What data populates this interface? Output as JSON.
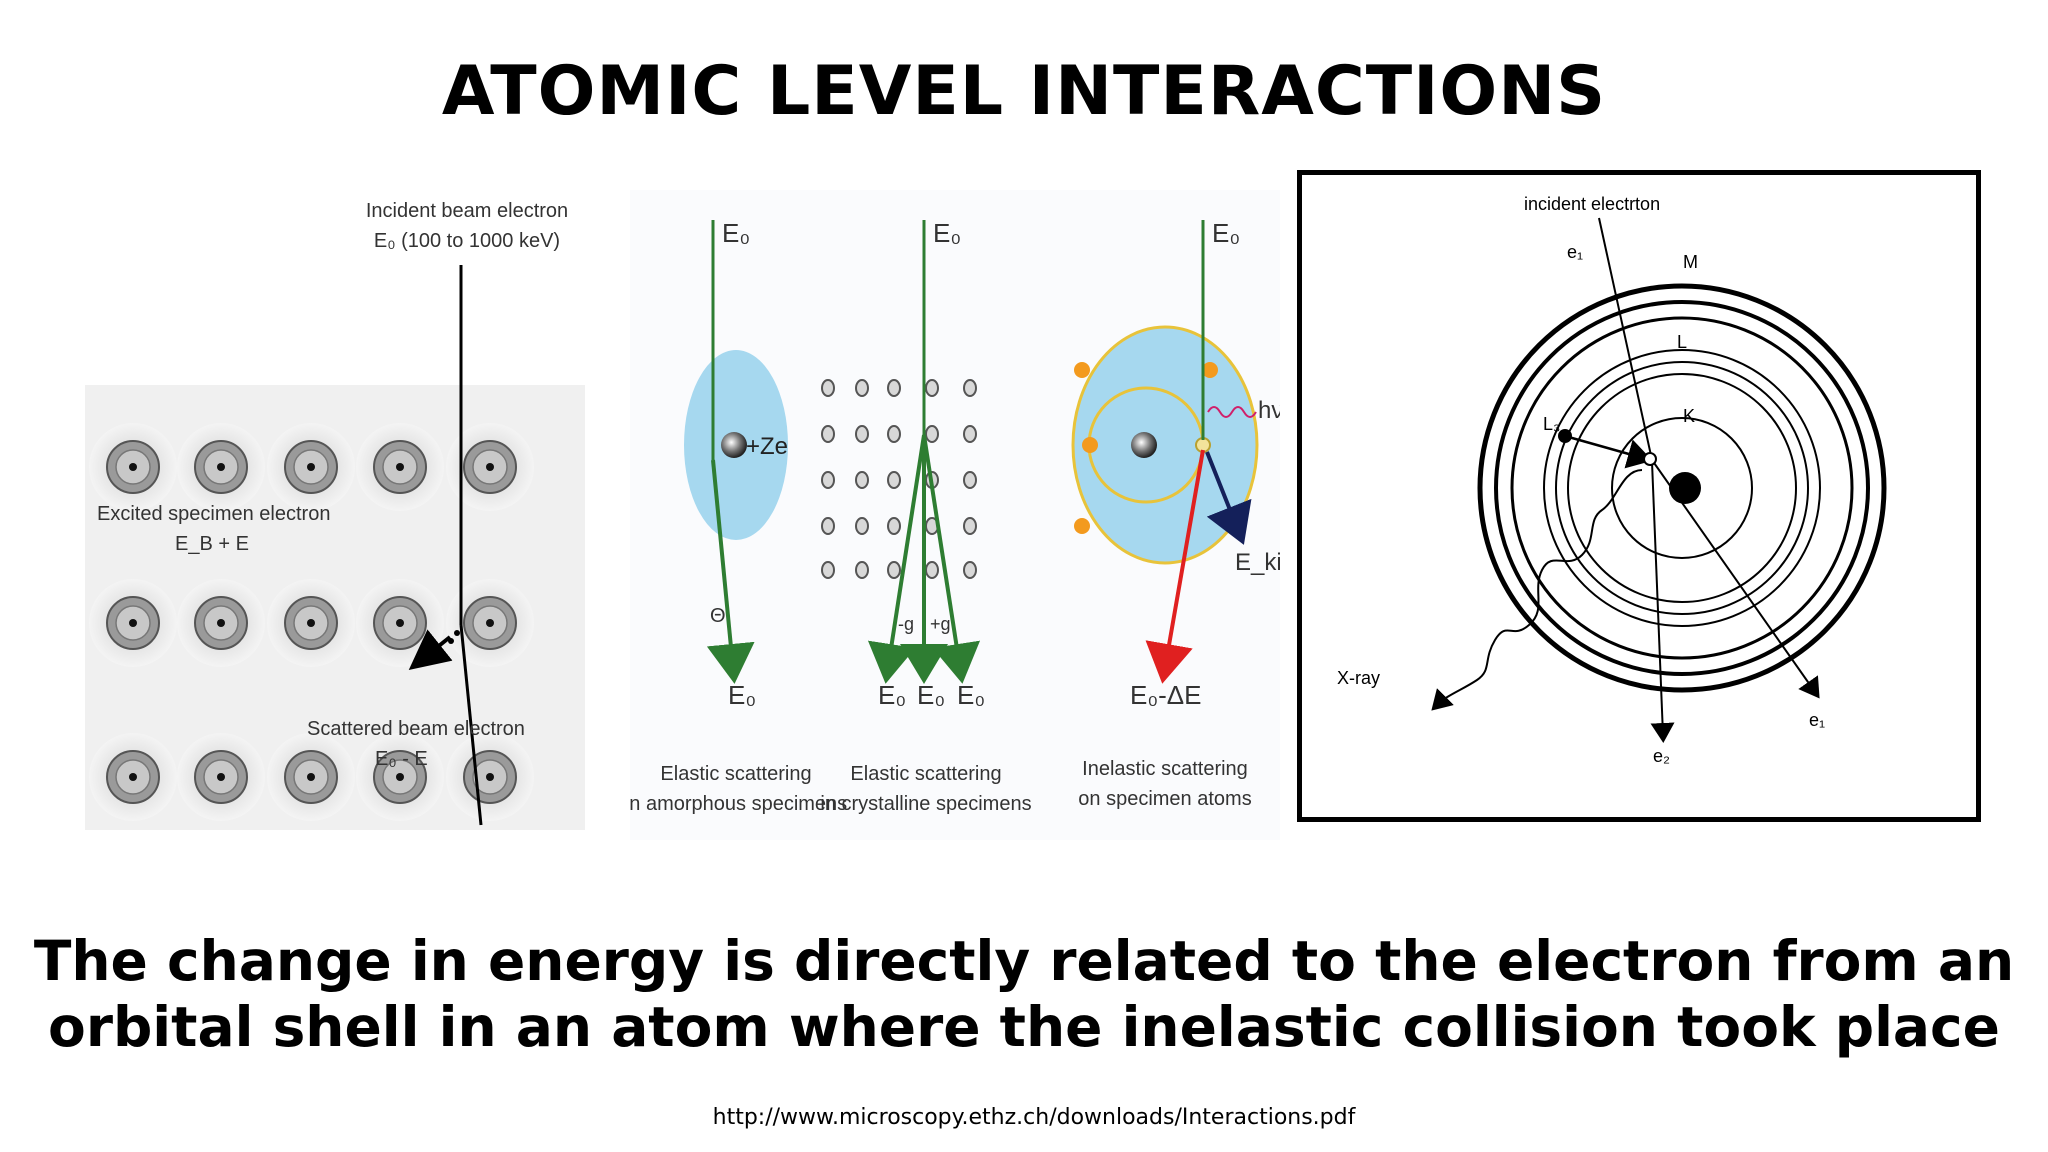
{
  "title": "ATOMIC LEVEL INTERACTIONS",
  "panel1": {
    "incident_line1": "Incident beam electron",
    "incident_line2": "E₀ (100 to 1000 keV)",
    "excited_line1": "Excited specimen electron",
    "excited_line2": "E_B + E",
    "scattered_line1": "Scattered beam electron",
    "scattered_line2": "E₀ - E"
  },
  "panel2": {
    "e0": "E₀",
    "ze": "+Ze",
    "theta": "Θ",
    "minus_g": "-g",
    "plus_g": "+g",
    "hv": "hν",
    "ekin": "E_kin",
    "e0_delta": "E₀-ΔE",
    "cap1_line1": "Elastic scattering",
    "cap1_line2": "in amorphous specimens",
    "cap2_line1": "Elastic scattering",
    "cap2_line2": "in crystalline specimens",
    "cap3_line1": "Inelastic scattering",
    "cap3_line2": "on specimen atoms"
  },
  "panel3": {
    "incident": "incident electrton",
    "e1": "e₁",
    "e2": "e₂",
    "m": "M",
    "l": "L",
    "k": "K",
    "l3": "L₃",
    "xray": "X-ray"
  },
  "caption_line1": "The change in energy is directly related to the electron from an",
  "caption_line2": "orbital shell in an atom where the inelastic collision took place",
  "source": "http://www.microscopy.ethz.ch/downloads/Interactions.pdf",
  "colors": {
    "arrow_green": "#2e7d32",
    "atom_blue": "#a6d8ef",
    "orbit_yellow": "#e8c33a",
    "electron_orange": "#f39a1e",
    "arrow_red": "#e02020",
    "arrow_navy": "#14205a"
  }
}
